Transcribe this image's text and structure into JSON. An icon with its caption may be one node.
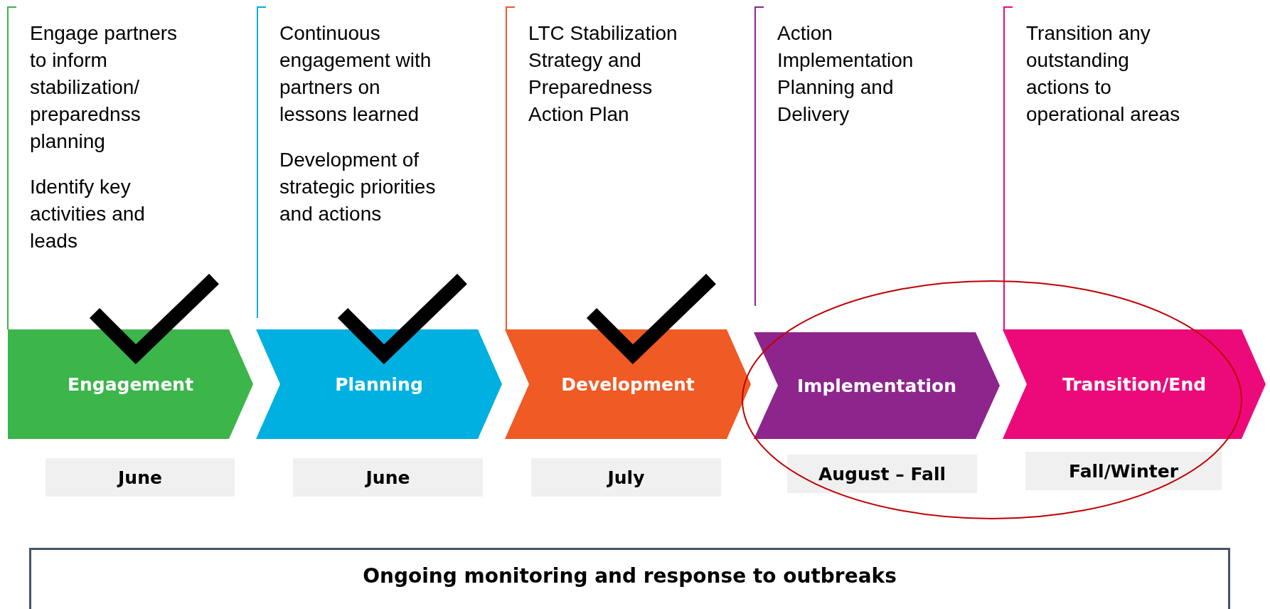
{
  "diagram": {
    "nodes": [
      {
        "text": [
          "Engagement"
        ]
      },
      {
        "text": [
          "Planning"
        ]
      },
      {
        "text": [
          "Development"
        ]
      },
      {
        "text": [
          "Implementation"
        ]
      },
      {
        "text": [
          "Transition/End"
        ]
      },
      {
        "text": [
          "June"
        ]
      },
      {
        "text": [
          "June"
        ]
      },
      {
        "text": [
          "July"
        ]
      },
      {
        "text": [
          "August – Fall"
        ]
      },
      {
        "text": [
          "Fall/Winter"
        ]
      },
      {
        "text": [
          "Ongoing monitoring and response to outbreaks"
        ]
      }
    ],
    "edges": [],
    "labels": [
      "Engage partners to inform stabilization/ preparednss planning",
      "Identify key activities and leads",
      "Continuous engagement with partners on lessons learned",
      "Development of strategic priorities and actions",
      "LTC Stabilization Strategy and Preparedness Action Plan",
      "Action Implementation Planning and Delivery",
      "Transition any outstanding actions to operational areas"
    ]
  }
}
